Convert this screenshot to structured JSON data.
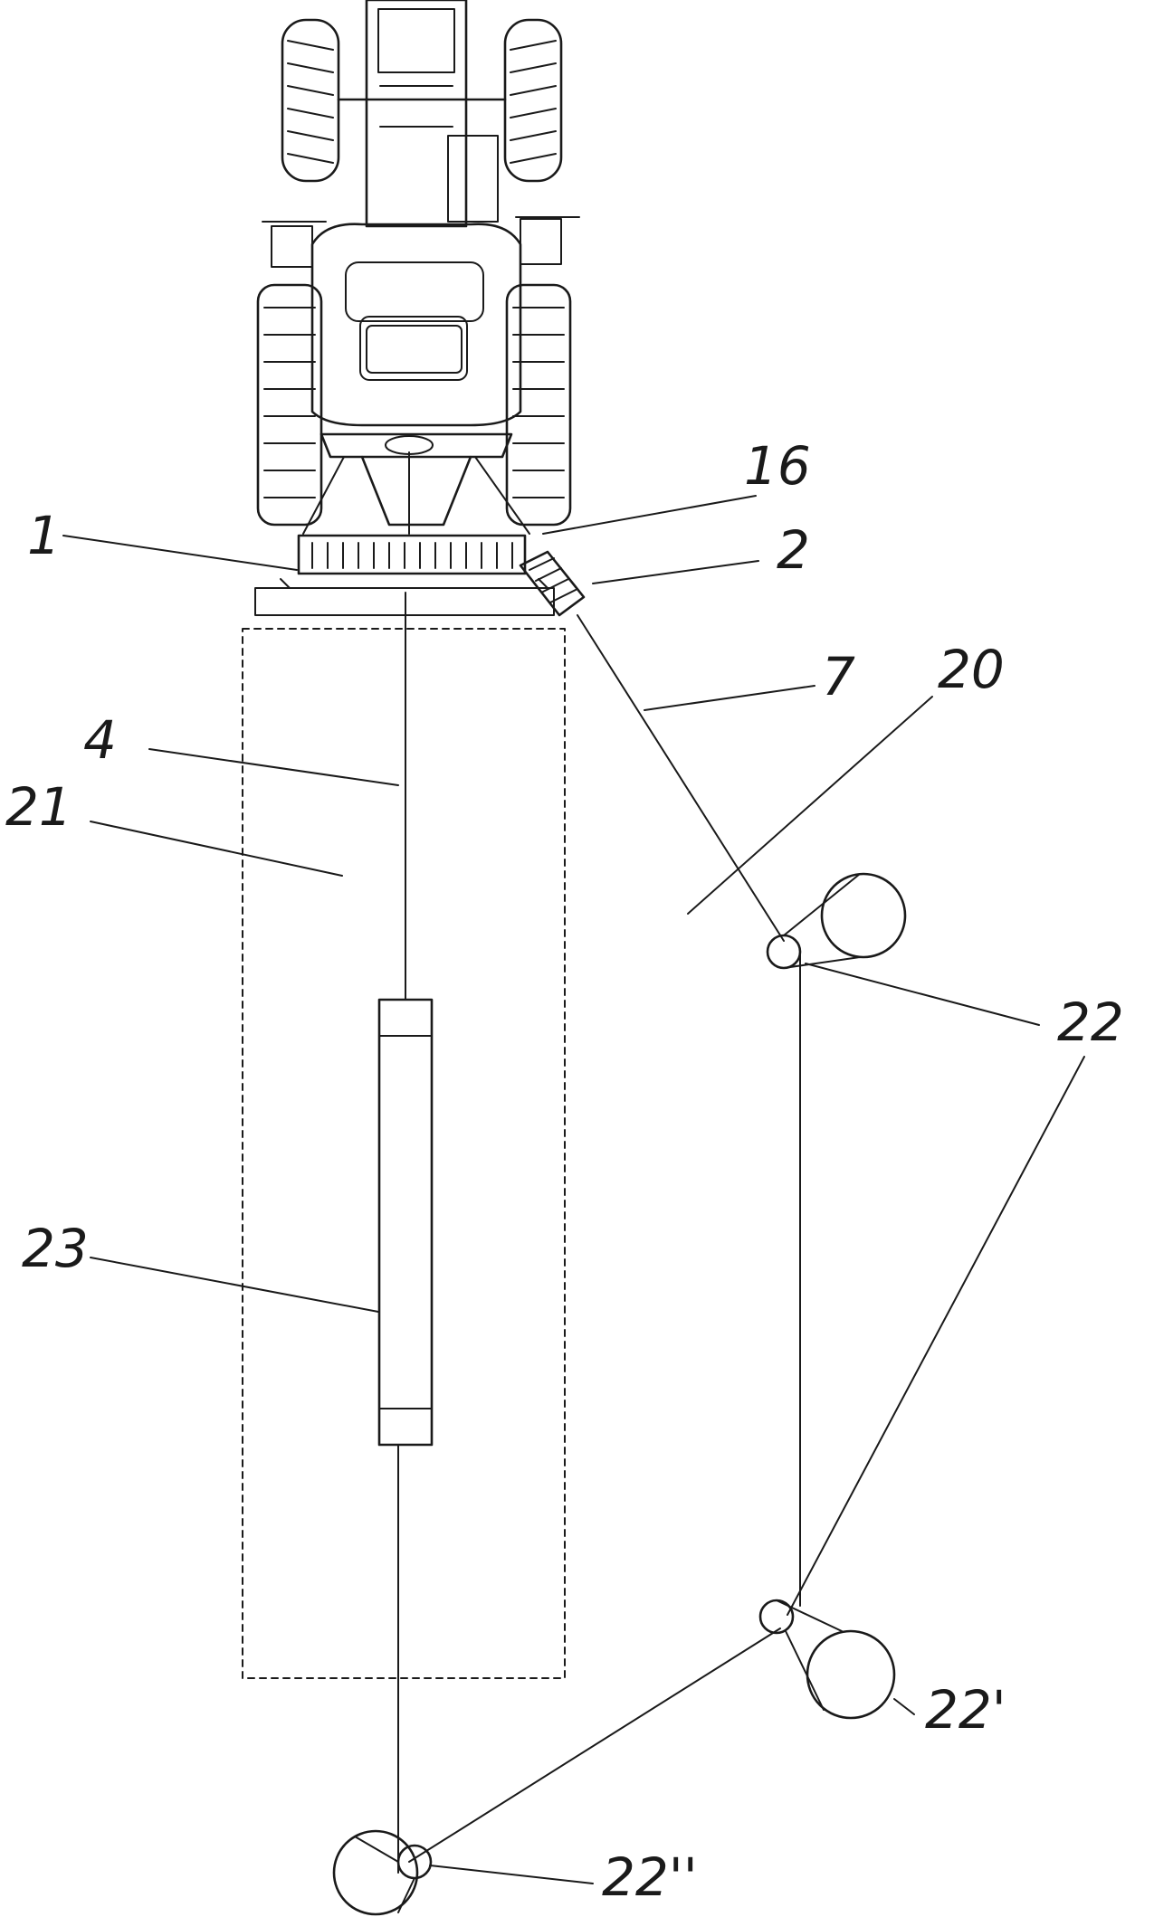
{
  "figure": {
    "labels": {
      "l1": "1",
      "l2": "2",
      "l4": "4",
      "l7": "7",
      "l16": "16",
      "l20": "20",
      "l21": "21",
      "l22": "22",
      "l22p": "22'",
      "l22pp": "22''",
      "l23": "23"
    }
  }
}
